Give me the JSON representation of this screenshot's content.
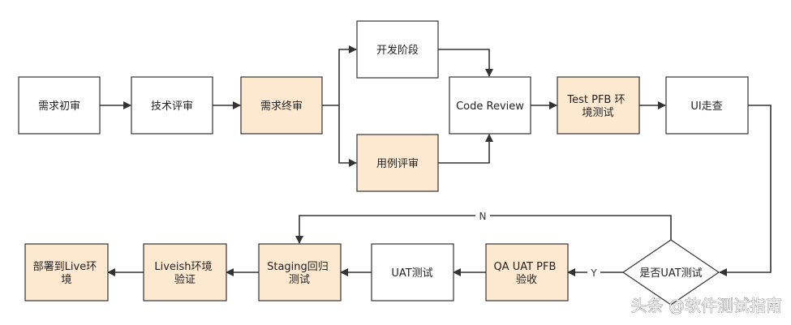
{
  "colors": {
    "plain_fill": "#ffffff",
    "highlight_fill": "#fde8d0",
    "stroke": "#333333",
    "edge": "#333333"
  },
  "nodes": {
    "n1": {
      "lines": [
        "需求初审"
      ],
      "highlight": false
    },
    "n2": {
      "lines": [
        "技术评审"
      ],
      "highlight": false
    },
    "n3": {
      "lines": [
        "需求终审"
      ],
      "highlight": true
    },
    "n4": {
      "lines": [
        "开发阶段"
      ],
      "highlight": false
    },
    "n5": {
      "lines": [
        "用例评审"
      ],
      "highlight": true
    },
    "n6": {
      "lines": [
        "Code Review"
      ],
      "highlight": false
    },
    "n7": {
      "lines": [
        "Test PFB 环",
        "境测试"
      ],
      "highlight": true
    },
    "n8": {
      "lines": [
        "UI走查"
      ],
      "highlight": false
    },
    "n9": {
      "lines": [
        "是否UAT测试"
      ],
      "highlight": false
    },
    "n10": {
      "lines": [
        "QA UAT PFB",
        "验收"
      ],
      "highlight": true
    },
    "n11": {
      "lines": [
        "UAT测试"
      ],
      "highlight": false
    },
    "n12": {
      "lines": [
        "Staging回归",
        "测试"
      ],
      "highlight": true
    },
    "n13": {
      "lines": [
        "Liveish环境",
        "验证"
      ],
      "highlight": true
    },
    "n14": {
      "lines": [
        "部署到Live环",
        "境"
      ],
      "highlight": true
    }
  },
  "edge_labels": {
    "yes": "Y",
    "no": "N"
  },
  "watermark": "头条 @软件测试指南"
}
